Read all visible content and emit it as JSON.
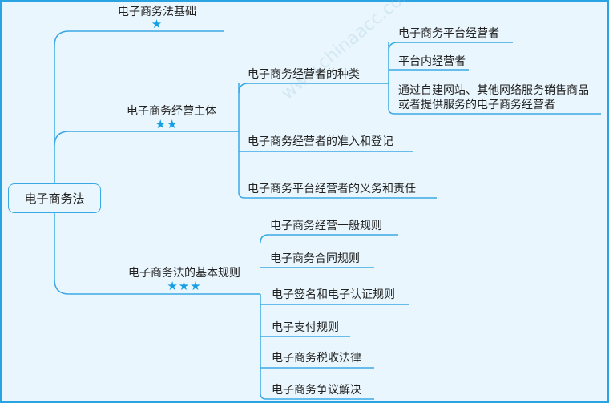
{
  "root": "电子商务法",
  "branches": [
    {
      "label": "电子商务法基础",
      "stars": "★"
    },
    {
      "label": "电子商务经营主体",
      "stars": "★★",
      "children": [
        {
          "label": "电子商务经营者的种类",
          "children": [
            "电子商务平台经营者",
            "平台内经营者",
            [
              "通过自建网站、其他网络服务销售商品",
              "或者提供服务的电子商务经营者"
            ]
          ]
        },
        {
          "label": "电子商务经营者的准入和登记"
        },
        {
          "label": "电子商务平台经营者的义务和责任"
        }
      ]
    },
    {
      "label": "电子商务法的基本规则",
      "stars": "★★★",
      "children": [
        "电子商务经营一般规则",
        "电子商务合同规则",
        "电子签名和电子认证规则",
        "电子支付规则",
        "电子商务税收法律",
        "电子商务争议解决"
      ]
    }
  ],
  "colors": {
    "line": "#3aa8e4",
    "star": "#139fe4",
    "background": "#e9f6fd"
  }
}
